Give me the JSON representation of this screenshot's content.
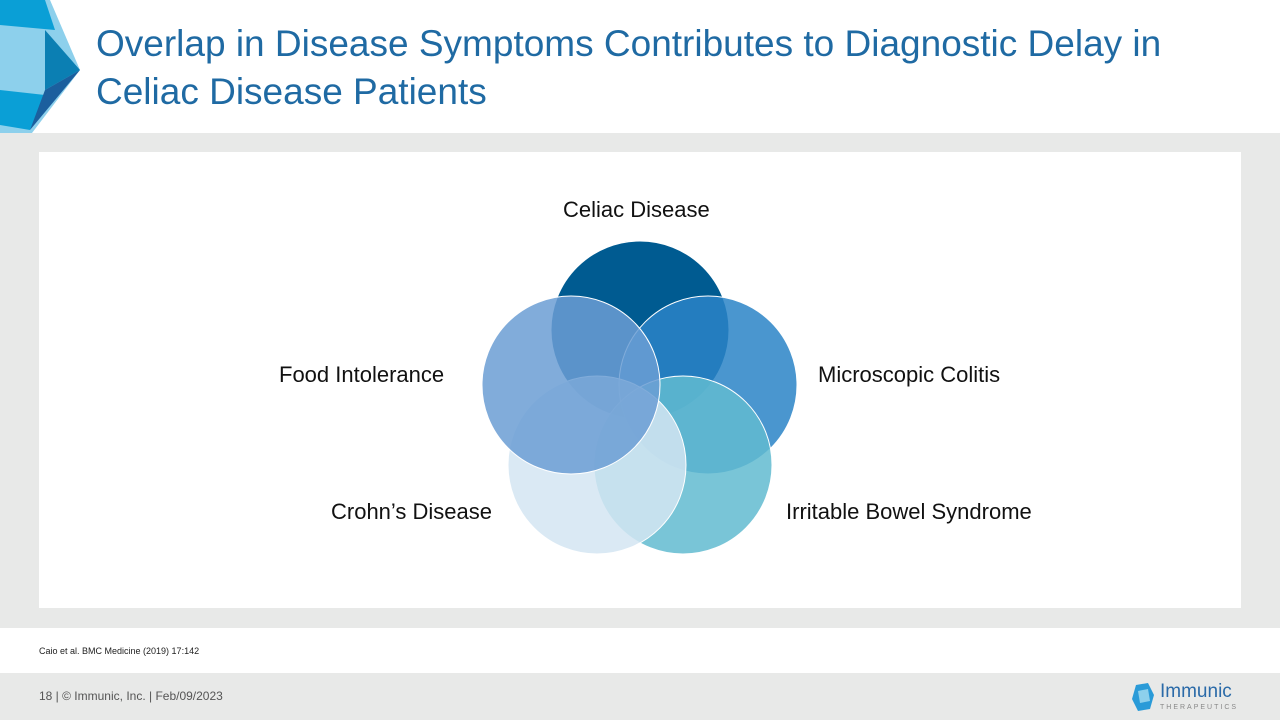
{
  "title": "Overlap in Disease Symptoms Contributes to Diagnostic Delay in Celiac Disease Patients",
  "diagram": {
    "type": "venn",
    "sets": [
      {
        "label": "Celiac Disease",
        "color": "#005b91"
      },
      {
        "label": "Microscopic Colitis",
        "color": "#2a84c7"
      },
      {
        "label": "Irritable Bowel Syndrome",
        "color": "#62bbd0"
      },
      {
        "label": "Crohn’s Disease",
        "color": "#d3e5f2"
      },
      {
        "label": "Food Intolerance",
        "color": "#6b9ed3"
      }
    ]
  },
  "citation": "Caio et al. BMC Medicine (2019) 17:142",
  "footer": {
    "text": "18   |  © Immunic, Inc.  |  Feb/09/2023",
    "logo_name": "Immunic",
    "logo_sub": "THERAPEUTICS"
  }
}
